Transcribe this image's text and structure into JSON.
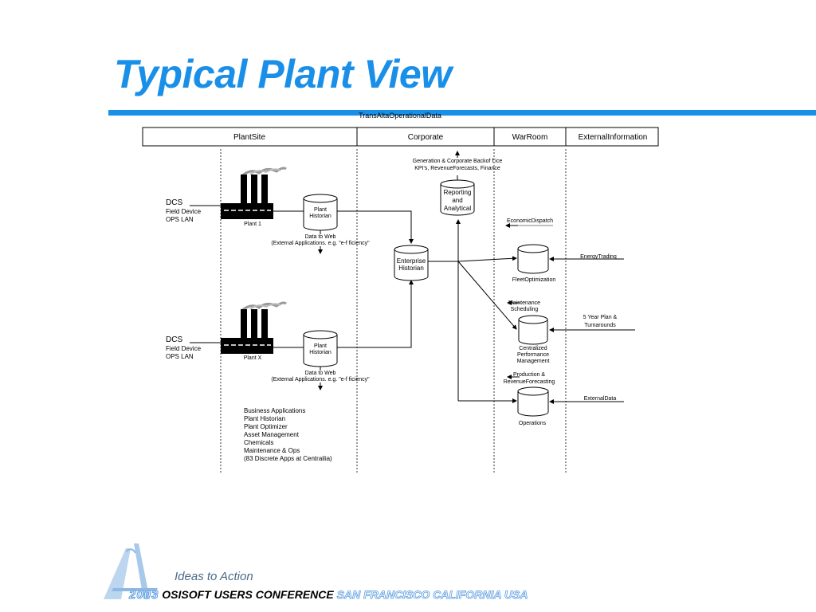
{
  "slide": {
    "title": "Typical Plant View"
  },
  "diagram": {
    "header": "TransAltaOperationalData",
    "columns": [
      "PlantSite",
      "Corporate",
      "WarRoom",
      "ExternalInformation"
    ],
    "plant1": {
      "dcs": "DCS",
      "field": "Field Device",
      "lan": "OPS  LAN",
      "plant_label": "Plant 1",
      "historian": [
        "Plant",
        "Historian"
      ],
      "web": [
        "Data to Web",
        "(External Applications.  e.g. \"e-f ficiency\""
      ]
    },
    "plantx": {
      "dcs": "DCS",
      "field": "Field Device",
      "lan": "OPS  LAN",
      "plant_label": "Plant X",
      "historian": [
        "Plant",
        "Historian"
      ],
      "web": [
        "Data to Web",
        "(External Applications.  e.g. \"e-f ficiency\""
      ]
    },
    "enterprise": [
      "Enterprise",
      "Historian"
    ],
    "reporting": [
      "Reporting",
      "and",
      "Analytical"
    ],
    "generation": [
      "Generation & Corporate Backof f ice",
      "KPI's, RevenueForecasts, Finance"
    ],
    "economic_dispatch": "EconomicDispatch",
    "fleet": "FleetOptimization",
    "maintenance": [
      "Maintenance",
      "Scheduling"
    ],
    "centralized": [
      "Centralized",
      "Performance",
      "Management"
    ],
    "production": [
      "Production &",
      "RevenueForecasting"
    ],
    "operations": "Operations",
    "energy_trading": "EnergyTrading",
    "five_year": [
      "5 Year Plan &",
      "Turnarounds"
    ],
    "external_data": "ExternalData",
    "apps": [
      "Business  Applications",
      "Plant  Historian",
      "Plant  Optimizer",
      "Asset  Management",
      "Chemicals",
      "Maintenance  &  Ops",
      "(83 Discrete Apps at Centrailia)"
    ]
  },
  "footer": {
    "tagline": "Ideas to Action",
    "year": "2003",
    "conference": "OSISOFT USERS CONFERENCE",
    "location": "SAN FRANCISCO CALIFORNIA USA"
  },
  "colors": {
    "accent": "#1a8fe8"
  }
}
